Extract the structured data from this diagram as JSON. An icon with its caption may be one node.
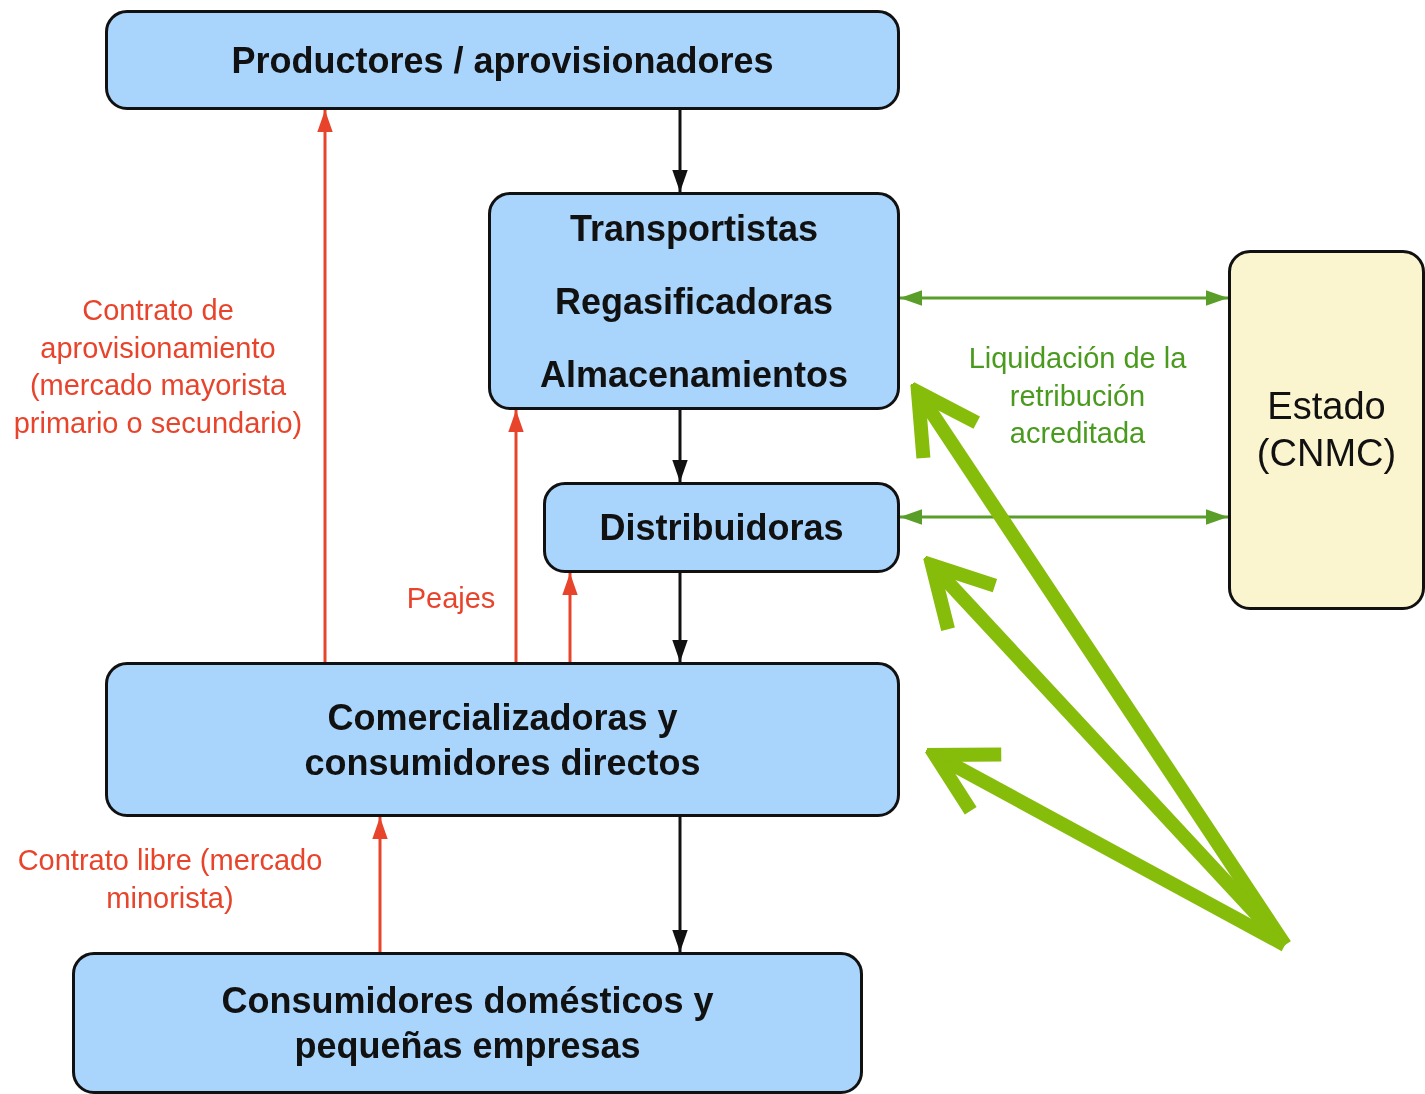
{
  "diagram": {
    "nodes": [
      {
        "text": [
          "Productores / aprovisionadores"
        ]
      },
      {
        "text": [
          "Transportistas",
          "Regasificadoras",
          "Almacenamientos"
        ]
      },
      {
        "text": [
          "Distribuidoras"
        ]
      },
      {
        "text": [
          "Comercializadoras y consumidores directos"
        ]
      },
      {
        "text": [
          "Consumidores domésticos y pequeñas empresas"
        ]
      },
      {
        "text": [
          "Estado (CNMC)"
        ]
      }
    ],
    "edges": [
      {
        "from": 0,
        "to": 1,
        "arrow": "to"
      },
      {
        "from": 1,
        "to": 2,
        "arrow": "to"
      },
      {
        "from": 2,
        "to": 3,
        "arrow": "to"
      },
      {
        "from": 3,
        "to": 4,
        "arrow": "to"
      },
      {
        "from": 3,
        "to": 0,
        "arrow": "to",
        "color": "#e8442c",
        "label": "Contrato de aprovisionamiento (mercado mayorista primario o secundario)"
      },
      {
        "from": 3,
        "to": 1,
        "arrow": "to",
        "color": "#e8442c",
        "label": "Peajes"
      },
      {
        "from": 3,
        "to": 2,
        "arrow": "to",
        "color": "#e8442c"
      },
      {
        "from": 4,
        "to": 3,
        "arrow": "to",
        "color": "#e8442c",
        "label": "Contrato libre (mercado minorista)"
      },
      {
        "from": 1,
        "to": 5,
        "arrow": "both",
        "color": "#5a9e2a"
      },
      {
        "from": 2,
        "to": 5,
        "arrow": "both",
        "color": "#5a9e2a"
      },
      {
        "from": null,
        "to": 1,
        "arrow": "to",
        "style": "thick",
        "color": "#86bc0a"
      },
      {
        "from": null,
        "to": 2,
        "arrow": "to",
        "style": "thick",
        "color": "#86bc0a"
      },
      {
        "from": null,
        "to": 3,
        "arrow": "to",
        "style": "thick",
        "color": "#86bc0a"
      }
    ],
    "labels": [
      "Liquidación de la retribución acreditada"
    ]
  }
}
